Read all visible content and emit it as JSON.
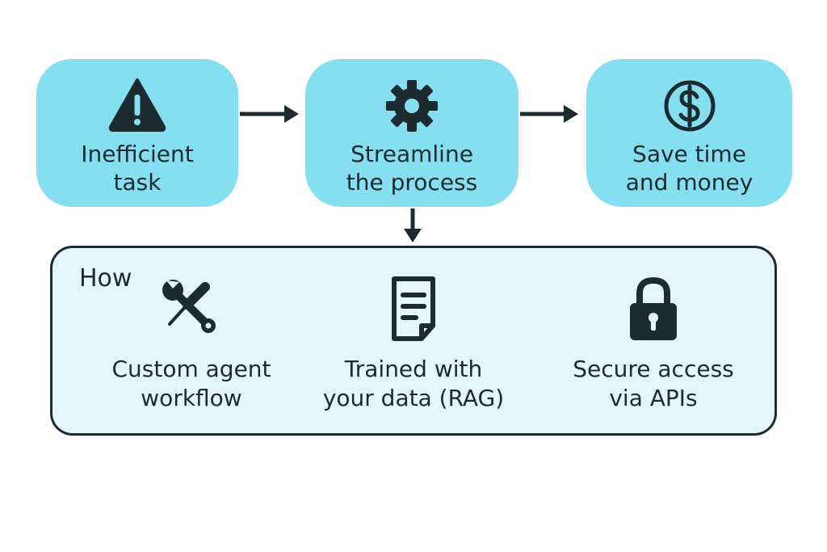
{
  "colors": {
    "step_fill": "#86dff0",
    "panel_fill": "#e4f6fd",
    "ink": "#1b2b30"
  },
  "steps": [
    {
      "icon": "warning-icon",
      "label": "Inefficient\ntask"
    },
    {
      "icon": "gear-icon",
      "label": "Streamline\nthe process"
    },
    {
      "icon": "dollar-icon",
      "label": "Save time\nand money"
    }
  ],
  "how": {
    "title": "How",
    "items": [
      {
        "icon": "tools-icon",
        "label": "Custom agent\nworkflow"
      },
      {
        "icon": "document-icon",
        "label": "Trained with\nyour data (RAG)"
      },
      {
        "icon": "lock-icon",
        "label": "Secure access\nvia APIs"
      }
    ]
  }
}
